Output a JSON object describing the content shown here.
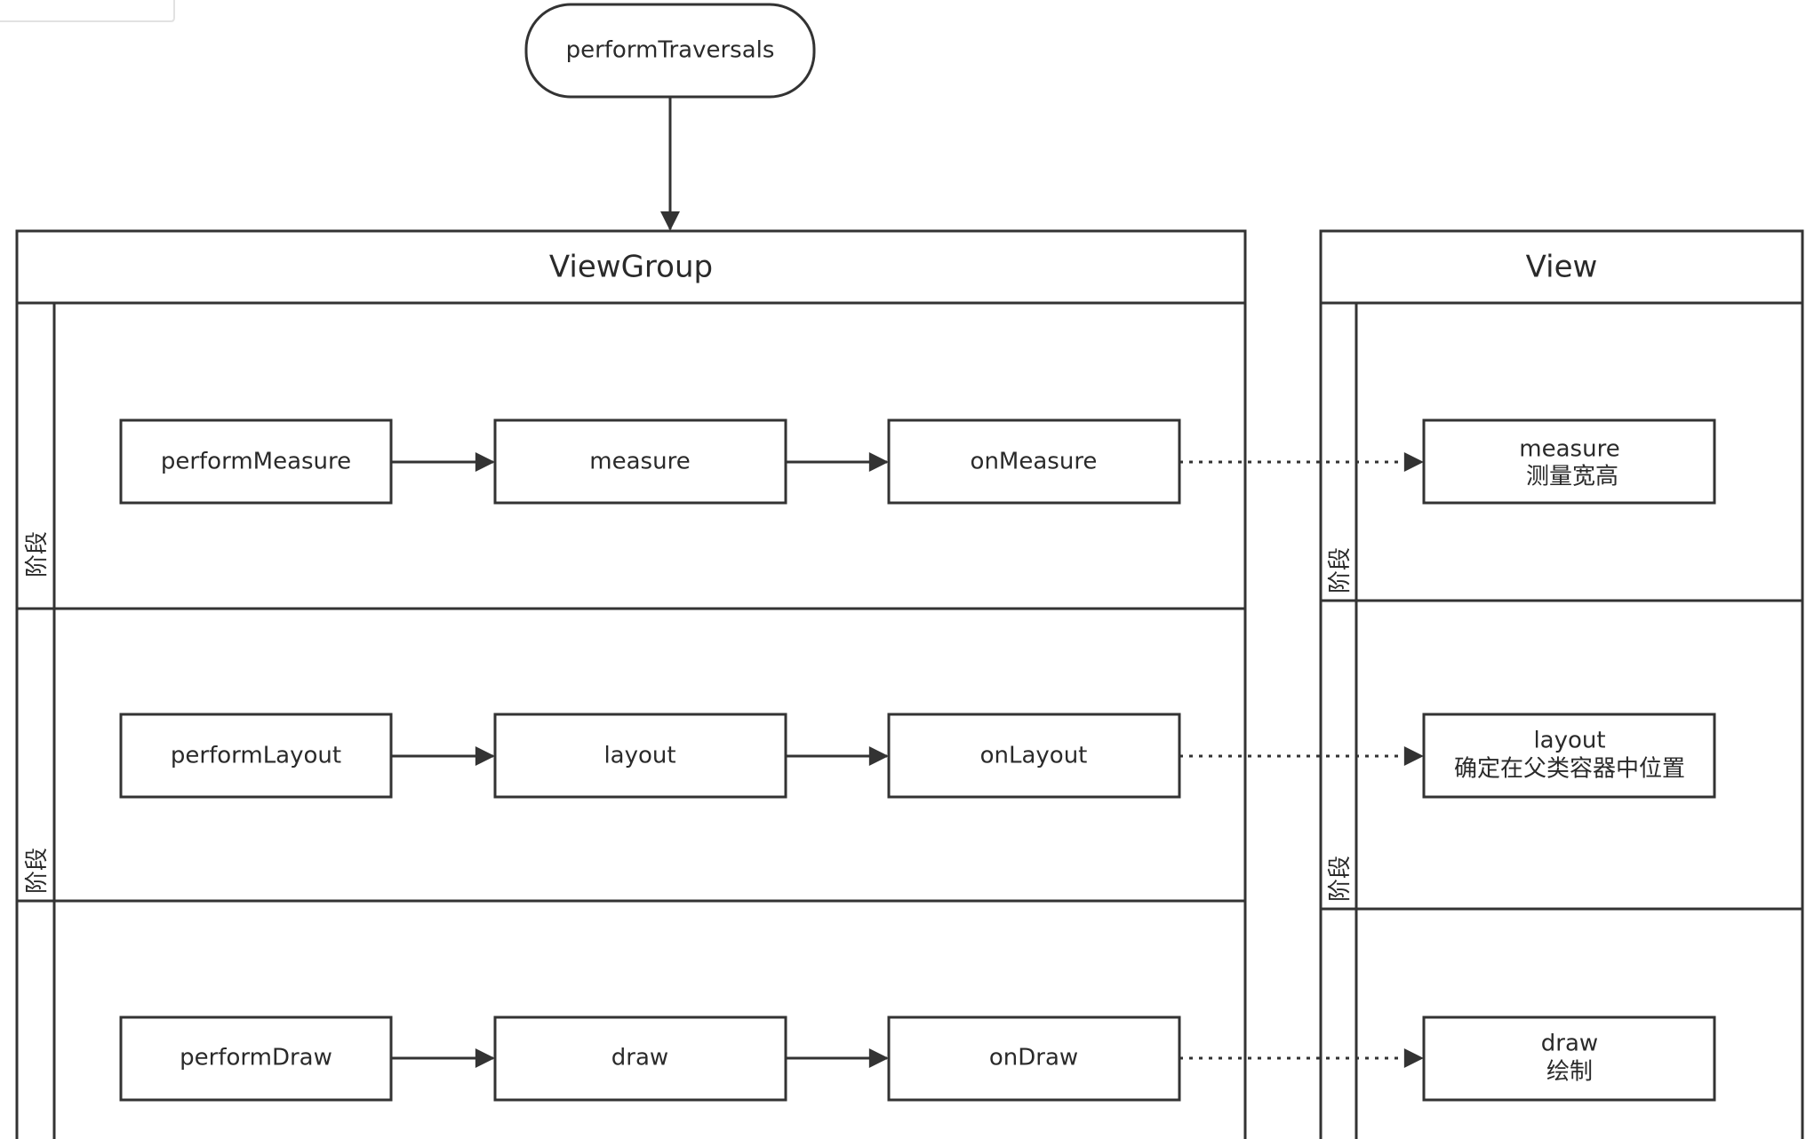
{
  "start_node": {
    "label": "performTraversals"
  },
  "pools": {
    "viewgroup": {
      "title": "ViewGroup",
      "lane_label": "阶段",
      "rows": [
        {
          "steps": [
            "performMeasure",
            "measure",
            "onMeasure"
          ]
        },
        {
          "steps": [
            "performLayout",
            "layout",
            "onLayout"
          ]
        },
        {
          "steps": [
            "performDraw",
            "draw",
            "onDraw"
          ]
        }
      ]
    },
    "view": {
      "title": "View",
      "lane_label": "阶段",
      "rows": [
        {
          "title": "measure",
          "subtitle": "测量宽高"
        },
        {
          "title": "layout",
          "subtitle": "确定在父类容器中位置"
        },
        {
          "title": "draw",
          "subtitle": "绘制"
        }
      ]
    }
  },
  "colors": {
    "stroke": "#333333",
    "text": "#2a2a2a",
    "background": "#ffffff"
  }
}
